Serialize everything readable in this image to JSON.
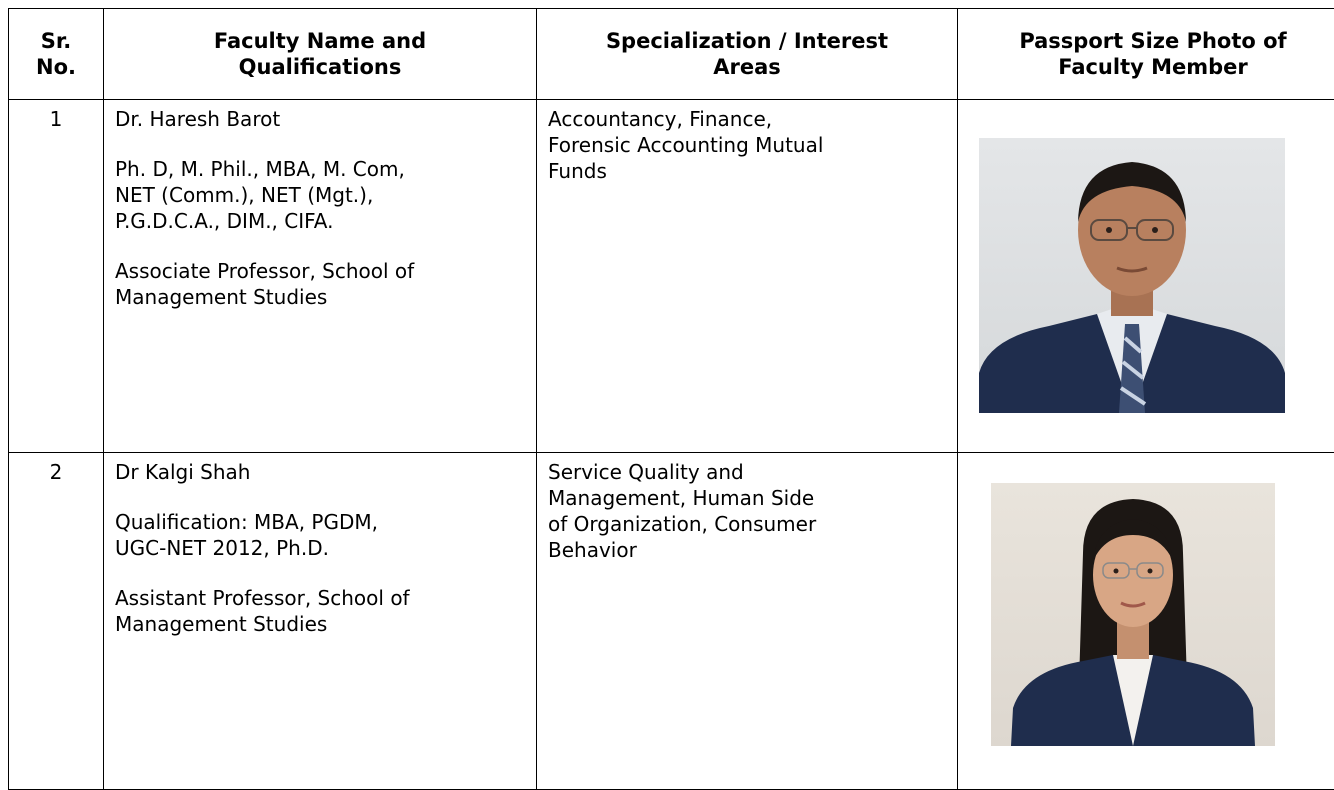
{
  "headers": {
    "sr_line1": "Sr.",
    "sr_line2": "No.",
    "name_line1": "Faculty Name and",
    "name_line2": "Qualifications",
    "spec_line1": "Specialization / Interest",
    "spec_line2": "Areas",
    "photo_line1": "Passport Size Photo of",
    "photo_line2": "Faculty Member"
  },
  "rows": [
    {
      "sr": "1",
      "name": "Dr. Haresh Barot",
      "qual_line1": "Ph. D, M. Phil., MBA, M. Com,",
      "qual_line2": "NET (Comm.), NET (Mgt.),",
      "qual_line3": "P.G.D.C.A., DIM., CIFA.",
      "role_line1": "Associate Professor, School of",
      "role_line2": "Management Studies",
      "spec_line1": "Accountancy, Finance,",
      "spec_line2": "Forensic Accounting Mutual",
      "spec_line3": "Funds",
      "spec_line4": ""
    },
    {
      "sr": "2",
      "name": "Dr Kalgi Shah",
      "qual_line1": "Qualification: MBA, PGDM,",
      "qual_line2": "UGC-NET 2012, Ph.D.",
      "qual_line3": "",
      "role_line1": "Assistant Professor, School of",
      "role_line2": "Management Studies",
      "spec_line1": "Service Quality and",
      "spec_line2": "Management, Human Side",
      "spec_line3": "of Organization, Consumer",
      "spec_line4": "Behavior"
    }
  ],
  "colors": {
    "border": "#000000",
    "suit": "#1f2d4d",
    "skin": "#b8805f",
    "hair": "#1c1714"
  }
}
